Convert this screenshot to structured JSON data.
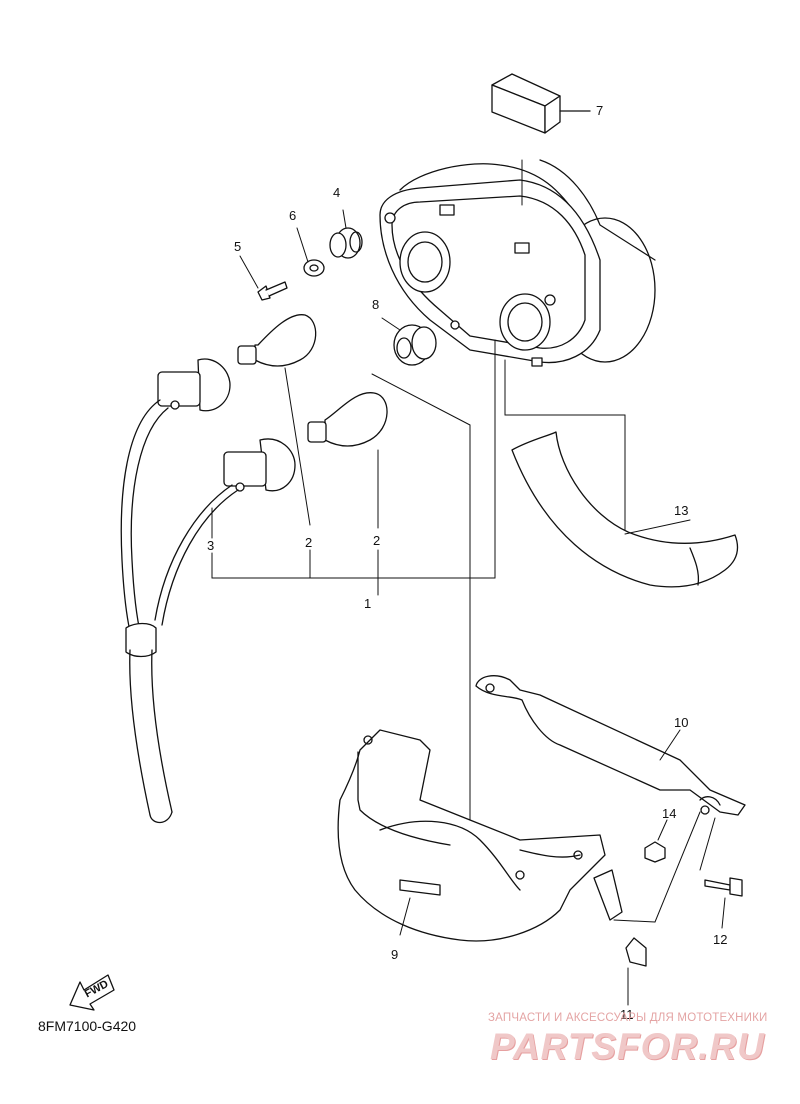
{
  "diagram": {
    "code": "8FM7100-G420",
    "fwd_label": "FWD",
    "callouts": [
      {
        "id": "1",
        "text": "1"
      },
      {
        "id": "2a",
        "text": "2"
      },
      {
        "id": "2b",
        "text": "2"
      },
      {
        "id": "3",
        "text": "3"
      },
      {
        "id": "4",
        "text": "4"
      },
      {
        "id": "5",
        "text": "5"
      },
      {
        "id": "6",
        "text": "6"
      },
      {
        "id": "7",
        "text": "7"
      },
      {
        "id": "8",
        "text": "8"
      },
      {
        "id": "9",
        "text": "9"
      },
      {
        "id": "10",
        "text": "10"
      },
      {
        "id": "11",
        "text": "11"
      },
      {
        "id": "12",
        "text": "12"
      },
      {
        "id": "13",
        "text": "13"
      },
      {
        "id": "14",
        "text": "14"
      }
    ]
  },
  "watermark": {
    "tagline": "ЗАПЧАСТИ И АКСЕССУАРЫ ДЛЯ МОТОТЕХНИКИ",
    "logo_text": "PARTSFOR.RU",
    "color": "#e8a8a8"
  }
}
